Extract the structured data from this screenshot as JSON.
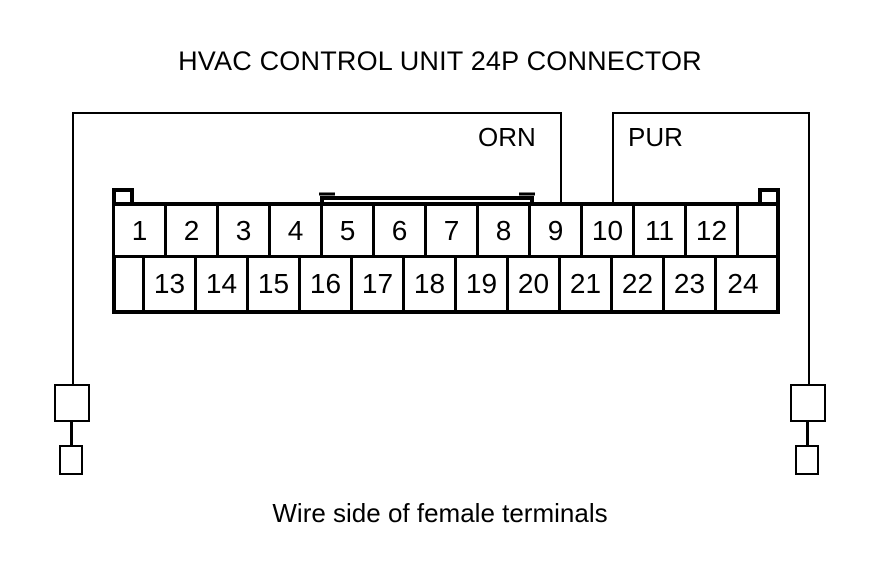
{
  "diagram": {
    "title": "HVAC CONTROL UNIT 24P CONNECTOR",
    "caption": "Wire side of female terminals"
  },
  "wires": {
    "orn": {
      "label": "ORN",
      "color_name": "orange"
    },
    "pur": {
      "label": "PUR",
      "color_name": "purple"
    }
  },
  "connector": {
    "top_row": [
      "1",
      "2",
      "3",
      "4",
      "5",
      "6",
      "7",
      "8",
      "9",
      "10",
      "11",
      "12"
    ],
    "bottom_row": [
      "13",
      "14",
      "15",
      "16",
      "17",
      "18",
      "19",
      "20",
      "21",
      "22",
      "23",
      "24"
    ]
  },
  "colors": {
    "ink": "#000000",
    "background": "#ffffff"
  }
}
